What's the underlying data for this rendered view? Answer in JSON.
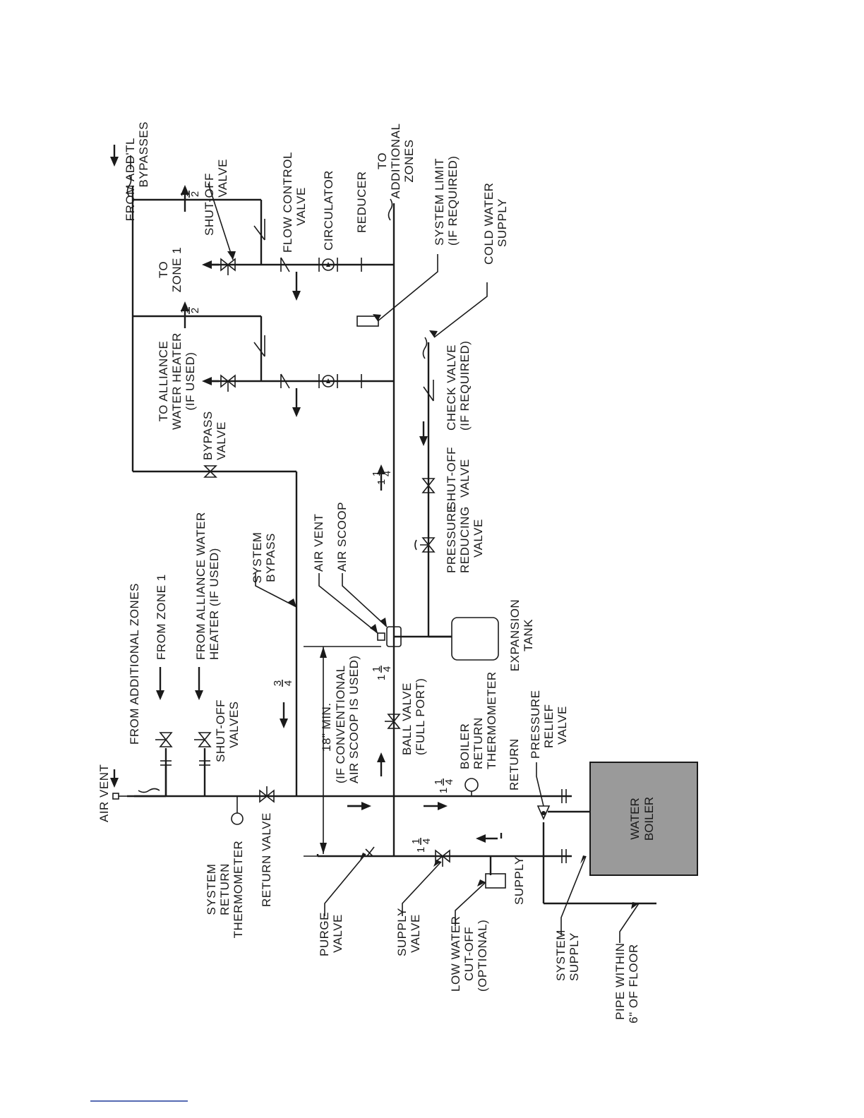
{
  "labels": {
    "from_addtl_bypasses": [
      "FROM ADD'TL",
      "BYPASSES"
    ],
    "shutoff_valve_top": [
      "SHUT-OFF",
      "VALVE"
    ],
    "flow_control_valve": [
      "FLOW CONTROL",
      "VALVE"
    ],
    "circulator": "CIRCULATOR",
    "reducer": "REDUCER",
    "to_additional_zones": [
      "TO",
      "ADDITIONAL",
      "ZONES"
    ],
    "system_limit": [
      "SYSTEM LIMIT",
      "(IF REQUIRED)"
    ],
    "cold_water_supply": [
      "COLD WATER",
      "SUPPLY"
    ],
    "to_zone_1": [
      "TO",
      "ZONE 1"
    ],
    "to_alliance_water_heater": [
      "TO ALLIANCE",
      "WATER HEATER",
      "(IF USED)"
    ],
    "check_valve": [
      "CHECK VALVE",
      "(IF REQUIRED)"
    ],
    "bypass_valve": [
      "BYPASS",
      "VALVE"
    ],
    "shutoff_valve_mid": [
      "SHUT-OFF",
      "VALVE"
    ],
    "pressure_reducing_valve": [
      "PRESSURE",
      "REDUCING",
      "VALVE"
    ],
    "system_bypass": [
      "SYSTEM",
      "BYPASS"
    ],
    "air_vent_mid": "AIR VENT",
    "air_scoop": "AIR SCOOP",
    "expansion_tank": [
      "EXPANSION",
      "TANK"
    ],
    "from_additional_zones": "FROM ADDITIONAL ZONES",
    "from_zone_1": "FROM ZONE 1",
    "from_alliance_water_heater": [
      "FROM ALLIANCE WATER",
      "HEATER (IF USED)"
    ],
    "shutoff_valves": [
      "SHUT-OFF",
      "VALVES"
    ],
    "eighteen_min": [
      "18\" MIN.",
      "(IF CONVENTIONAL",
      "AIR SCOOP IS USED)"
    ],
    "ball_valve": [
      "BALL VALVE",
      "(FULL PORT)"
    ],
    "boiler_return_thermometer": [
      "BOILER",
      "RETURN",
      "THERMOMETER"
    ],
    "pressure_relief_valve": [
      "PRESSURE",
      "RELIEF",
      "VALVE"
    ],
    "return": "RETURN",
    "air_vent_top": "AIR VENT",
    "system_return_thermometer": [
      "SYSTEM",
      "RETURN",
      "THERMOMETER"
    ],
    "return_valve": "RETURN VALVE",
    "purge_valve": [
      "PURGE",
      "VALVE"
    ],
    "supply_valve": [
      "SUPPLY",
      "VALVE"
    ],
    "low_water_cutoff": [
      "LOW WATER",
      "CUT-OFF",
      "(OPTIONAL)"
    ],
    "supply": "SUPPLY",
    "system_supply": [
      "SYSTEM",
      "SUPPLY"
    ],
    "pipe_within_floor": [
      "PIPE WITHIN",
      "6\" OF FLOOR"
    ],
    "water_boiler": [
      "WATER",
      "BOILER"
    ]
  },
  "pipe_sizes": {
    "half_a": [
      "1",
      "2"
    ],
    "half_b": [
      "1",
      "2"
    ],
    "one_quarter_mid": [
      "1",
      "1",
      "4"
    ],
    "three_quarter": [
      "3",
      "4"
    ],
    "one_quarter_a": [
      "1",
      "1",
      "4"
    ],
    "one_quarter_b": [
      "1",
      "1",
      "4"
    ],
    "one_quarter_c": [
      "1",
      "1",
      "4"
    ]
  },
  "colors": {
    "line": "#1a1a1a",
    "boiler_fill": "#9a9a9a",
    "footnote_rule": "#1f3a9a"
  }
}
